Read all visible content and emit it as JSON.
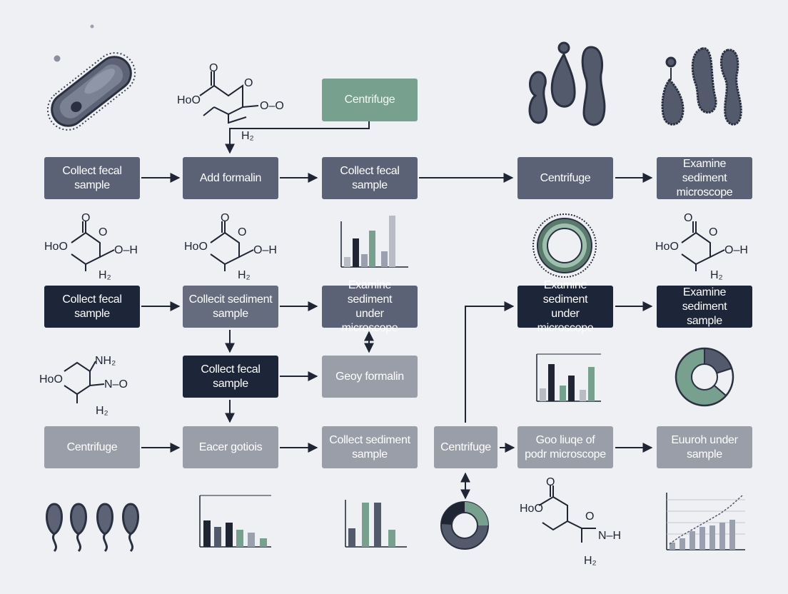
{
  "colors": {
    "slate": "#5b6275",
    "dark": "#1d2538",
    "light": "#9a9ea9",
    "teal": "#78a08e",
    "arrow": "#1f2533"
  },
  "nodes": {
    "centrifuge_top": [
      "Centrifuge"
    ],
    "r1c1": [
      "Collect fecal",
      "sample"
    ],
    "r1c2": [
      "Add formalin"
    ],
    "r1c3": [
      "Collect fecal",
      "sample"
    ],
    "r1c4": [
      "Centrifuge"
    ],
    "r1c5": [
      "Examine sediment",
      "microscope"
    ],
    "r2c1": [
      "Collect fecal",
      "sample"
    ],
    "r2c2": [
      "Collecit sediment",
      "sample"
    ],
    "r2c3": [
      "Examine sediment",
      "under microscope"
    ],
    "r2c4": [
      "Examine sediment",
      "under microscope"
    ],
    "r2c5": [
      "Examine sediment",
      "sample"
    ],
    "r3c2": [
      "Collect fecal",
      "sample"
    ],
    "r3c3": [
      "Geoy formalin"
    ],
    "r4c1": [
      "Centrifuge"
    ],
    "r4c2": [
      "Eacer gotiois"
    ],
    "r4c3": [
      "Collect sediment",
      "sample"
    ],
    "r4c3b": [
      "Centrifuge"
    ],
    "r4c4": [
      "Goo liuqe of",
      "podr microscope"
    ],
    "r4c5": [
      "Euuroh under",
      "sample"
    ]
  },
  "chem": {
    "hoo": "HoO",
    "o": "O",
    "oh": "O–H",
    "oo": "O–O",
    "h2": "H₂",
    "nh2": "NH₂",
    "no": "N–O",
    "nh": "N–H"
  }
}
